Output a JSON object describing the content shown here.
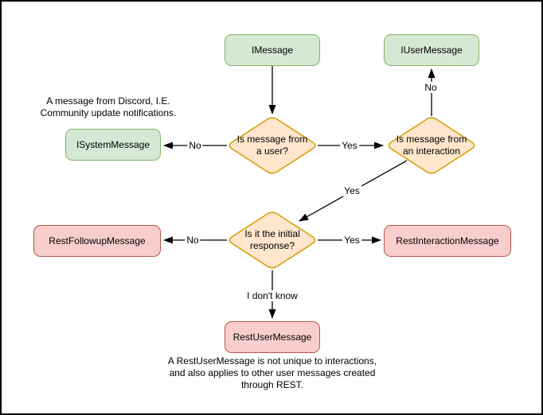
{
  "colors": {
    "background": "#ffffff",
    "border": "#000000",
    "arrow": "#000000",
    "text": "#000000",
    "green_fill": "#d5e8d4",
    "green_stroke": "#82b366",
    "red_fill": "#f8cecc",
    "red_stroke": "#b85450",
    "orange_fill": "#ffe6cc",
    "orange_stroke": "#d79b00"
  },
  "nodes": {
    "imessage": "IMessage",
    "iusermessage": "IUserMessage",
    "isystemmessage": "ISystemMessage",
    "q_from_user": "Is message from\na user?",
    "q_from_interaction": "Is message from\nan interaction",
    "q_initial_response": "Is it the initial\nresponse?",
    "restfollowupmessage": "RestFollowupMessage",
    "restinteractionmessage": "RestInteractionMessage",
    "restusermessage": "RestUserMessage"
  },
  "edge_labels": {
    "user_no": "No",
    "user_yes": "Yes",
    "interaction_no": "No",
    "interaction_yes": "Yes",
    "initial_no": "No",
    "initial_yes": "Yes",
    "initial_unknown": "I don't know"
  },
  "annotations": {
    "system_note": "A message from Discord, I.E.\nCommunity update notifications.",
    "restuser_note": "A RestUserMessage is not unique to interactions,\nand also applies to other user messages created\nthrough REST."
  }
}
